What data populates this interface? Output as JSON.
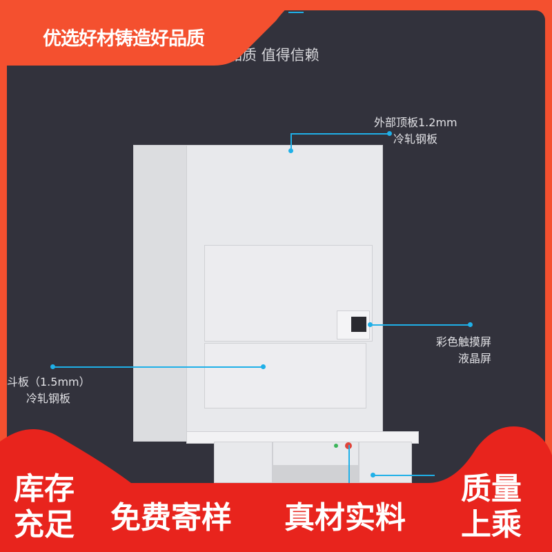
{
  "banner": {
    "title": "优选好材铸造好品质",
    "subtitle": "品质 值得信赖"
  },
  "callouts": [
    {
      "line1": "外部顶板1.2mm",
      "line2": "冷轧钢板"
    },
    {
      "line1": "彩色触摸屏",
      "line2": "液晶屏"
    },
    {
      "line1": "斗板（1.5mm）",
      "line2": "冷轧钢板"
    }
  ],
  "footer": {
    "left1": "库存",
    "left2": "充足",
    "mid1": "免费寄样",
    "mid2": "真材实料",
    "right1": "质量",
    "right2": "上乘"
  },
  "colors": {
    "frame": "#f4502f",
    "panel": "#32323c",
    "accent": "#1fb0e8",
    "footer": "#e8241d"
  }
}
